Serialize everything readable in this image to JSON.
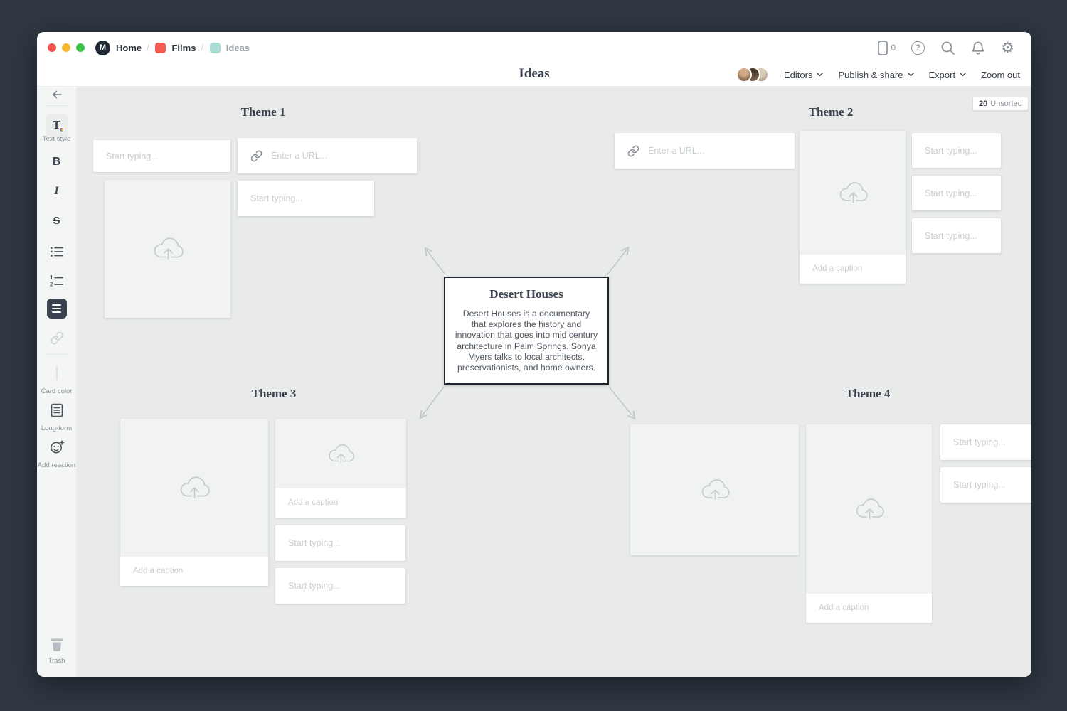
{
  "titlebar": {
    "logo_glyph": "M",
    "home": "Home",
    "films": "Films",
    "ideas": "Ideas",
    "separator": "/",
    "device_count": "0",
    "help_glyph": "?"
  },
  "header": {
    "board_title": "Ideas",
    "editors": "Editors",
    "publish_share": "Publish & share",
    "export": "Export",
    "zoom_out": "Zoom out"
  },
  "sidebar": {
    "text_style_glyph": "T",
    "text_style": "Text style",
    "bold": "B",
    "italic": "I",
    "strikethrough": "S",
    "card_color": "Card color",
    "long_form": "Long-form",
    "add_reaction": "Add reaction",
    "trash": "Trash"
  },
  "canvas": {
    "unsorted_count": "20",
    "unsorted_label": "Unsorted",
    "themes": [
      {
        "title": "Theme 1"
      },
      {
        "title": "Theme 2"
      },
      {
        "title": "Theme 3"
      },
      {
        "title": "Theme 4"
      }
    ],
    "center_card": {
      "title": "Desert Houses",
      "body": "Desert Houses is a documentary that explores the history and innovation that goes into mid century architecture in Palm Springs. Sonya Myers talks to local architects, preservationists, and home owners."
    },
    "placeholders": {
      "start_typing": "Start typing...",
      "enter_url": "Enter a URL...",
      "add_caption": "Add a caption"
    }
  },
  "colors": {
    "frame": "#2F3742",
    "canvas_bg": "#E9EBEA",
    "films_chip": "#F25C54",
    "ideas_chip": "#ABDBD5",
    "traffic_red": "#F4544C",
    "traffic_yellow": "#F5B92F",
    "traffic_green": "#3BC648",
    "selected_tool": "#39424E"
  }
}
